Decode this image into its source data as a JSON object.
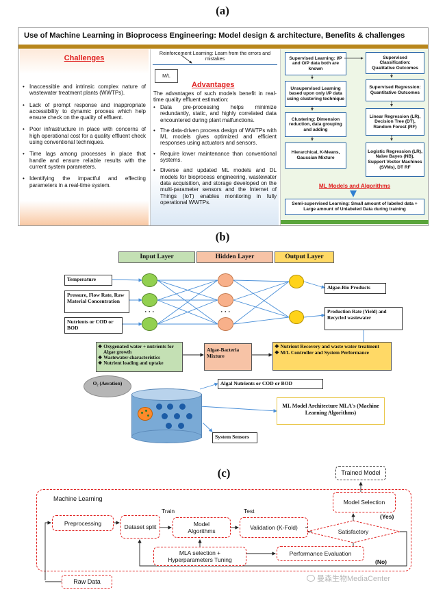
{
  "panel_a": {
    "label": "(a)",
    "title": "Use of Machine Learning in Bioprocess Engineering: Model design & architecture, Benefits & challenges",
    "challenges": {
      "heading": "Challenges",
      "items": [
        "Inaccessible and intrinsic complex nature of wastewater treatment plants (WWTPs).",
        "Lack of prompt response and inappropriate accessibility to dynamic process which help ensure check on the quality of effluent.",
        "Poor infrastructure in place with concerns of high operational cost for a quality effluent check using conventional techniques.",
        "Time lags among processes in place that handle and ensure reliable results with the current system parameters.",
        "Identifying the impactful and effecting parameters in a real-time system."
      ]
    },
    "reinforcement": "Reinforcement Learning: Learn from the errors and mistakes",
    "ml_label": "M/L",
    "advantages": {
      "heading": "Advantages",
      "intro": "The advantages of such models benefit in real-time quality effluent estimation:",
      "items": [
        "Data pre-processing helps minimize redundantly, static, and highly correlated data encountered during plant malfunctions.",
        "The data-driven process design of WWTPs with ML models gives optimized and efficient responses using actuators and sensors.",
        "Require lower maintenance than conventional systems.",
        "Diverse and updated ML models and DL models for bioprocess engineering, wastewater data acquisition, and storage developed on the multi-parameter sensors and the Internet of Things (IoT) enables monitoring in fully operational WWTPs."
      ]
    },
    "ml_boxes": {
      "supervised": "Supervised Learning: I/P and O/P data both are known",
      "unsupervised": "Unsupervised Learning based upon only I/P data using clustering technique",
      "clustering": "Clustering: Dimension reduction, data grouping and adding",
      "hierarchical": "Hierarchical, K-Means, Gaussian Mixture",
      "sup_class": "Supervised Classification: Qualitative Outcomes",
      "sup_reg": "Supervised Regression: Quantitative Outcomes",
      "linear": "Linear Regression (LR), Decision Tree (DT), Random Forest (RF)",
      "logistic": "Logistic Regression (LR), Naïve Bayes (NB), Support Vector Machines (SVMs), DT RF"
    },
    "ml_models_title": "ML Models and Algorithms",
    "semi_supervised": "Semi-supervised Learning: Small amount of labeled data + Large amount of Unlabeled Data during training"
  },
  "panel_b": {
    "label": "(b)",
    "layers": [
      "Input Layer",
      "Hidden Layer",
      "Output Layer"
    ],
    "inputs": [
      "Temperature",
      "Pressure, Flow Rate, Raw Material Concentration",
      "Nutrients or COD or BOD"
    ],
    "outputs": [
      "Algae-Bio Products",
      "Production Rate (Yield) and Recycled wastewater"
    ],
    "dots": "· · ·",
    "green_box": [
      "Oxygenated water + nutrients for Algae growth",
      "Wastewater characteristics",
      "Nutrient loading and uptake"
    ],
    "mixture": "Algae-Bacteria Mixture",
    "yellow_box": [
      "Nutrient Recovery and waste water treatment",
      "M/L Controller and System Performance"
    ],
    "o2": "O₂ (Aeration)",
    "algal_nutrients": "Algal Nutrients or COD or BOD",
    "mla": "ML Model Architecture MLA's (Machine Learning Algorithms)",
    "sensors": "System Sensors"
  },
  "panel_c": {
    "label": "(c)",
    "machine_learning": "Machine Learning",
    "trained_model": "Trained Model",
    "model_selection": "Model Selection",
    "yes": "(Yes)",
    "no": "(No)",
    "train": "Train",
    "test": "Test",
    "preprocessing": "Preprocessing",
    "dataset_split": "Dataset split",
    "model_algorithms": "Model Algorithms",
    "validation": "Validation (K-Fold)",
    "satisfactory": "Satisfactory",
    "mla_selection": "MLA selection + Hyperparameters Tuning",
    "performance": "Performance Evaluation",
    "raw_data": "Raw Data",
    "watermark": "曼森生物MediaCenter"
  }
}
